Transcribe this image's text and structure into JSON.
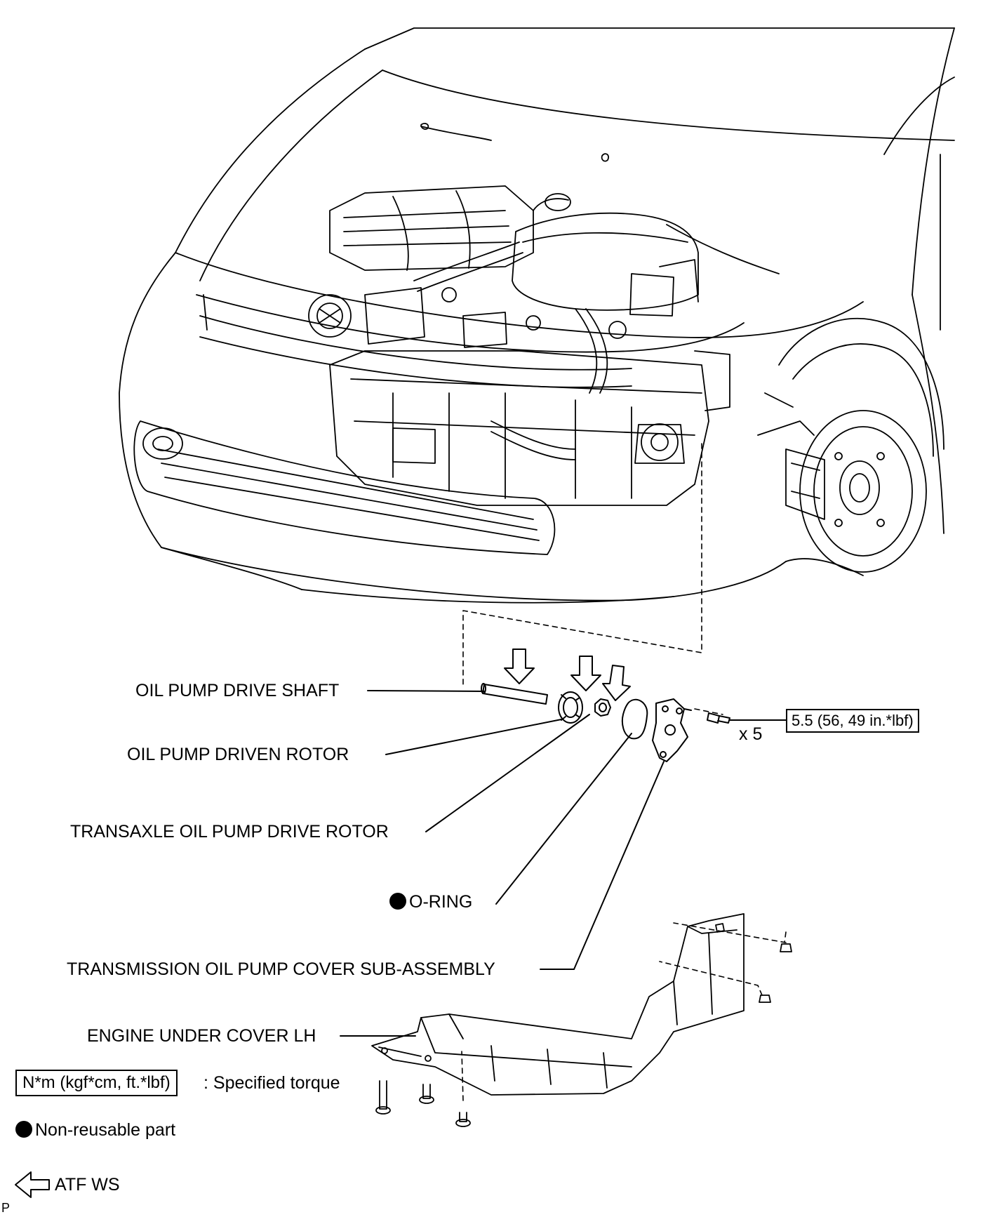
{
  "callouts": {
    "drive_shaft": "OIL PUMP DRIVE SHAFT",
    "driven_rotor": "OIL PUMP DRIVEN ROTOR",
    "drive_rotor": "TRANSAXLE OIL PUMP DRIVE ROTOR",
    "o_ring": "O-RING",
    "pump_cover": "TRANSMISSION OIL PUMP COVER SUB-ASSEMBLY",
    "under_cover": "ENGINE UNDER COVER LH"
  },
  "torque": {
    "value": "5.5 (56, 49 in.*lbf)",
    "count": "x 5"
  },
  "legend": {
    "torque_unit": "N*m (kgf*cm, ft.*lbf)",
    "torque_desc": ": Specified torque",
    "non_reusable": "Non-reusable part",
    "atf": "ATF WS"
  },
  "corner_mark": "P"
}
